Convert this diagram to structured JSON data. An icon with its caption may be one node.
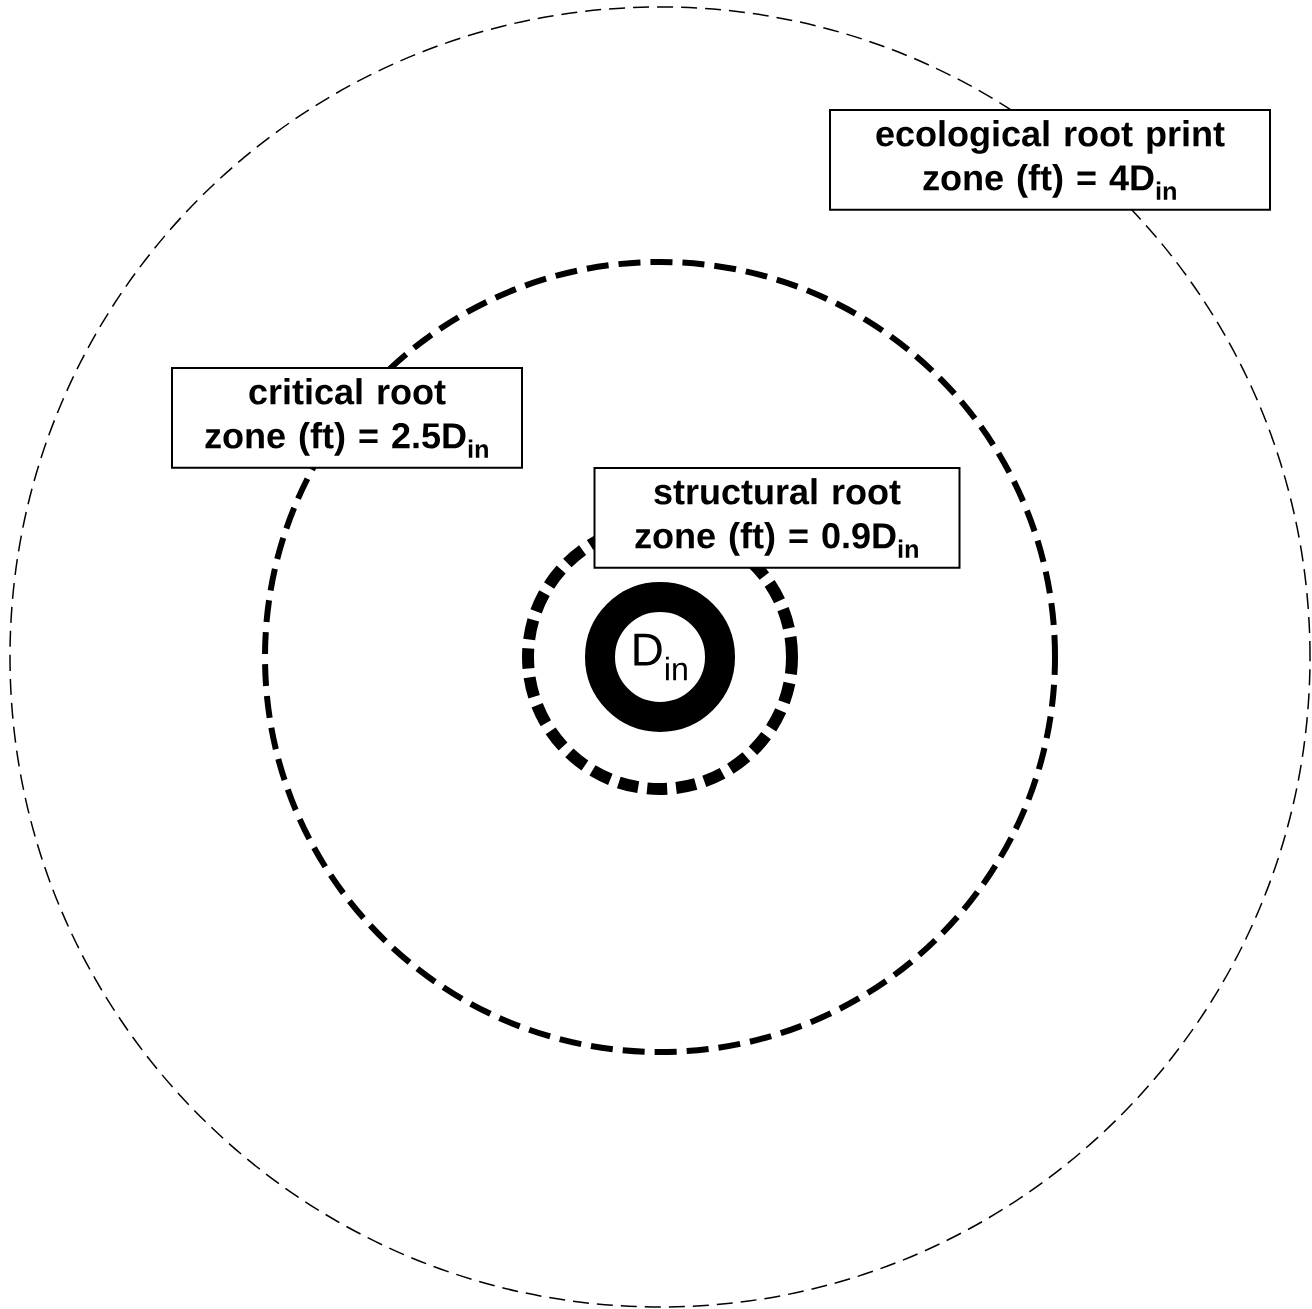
{
  "diagram": {
    "nodes": [
      {
        "text": [
          "ecological root print zone (ft) = 4D$_{in}$"
        ]
      },
      {
        "text": [
          "critical root zone (ft) = 2.5D$_{in}$"
        ]
      },
      {
        "text": [
          "structural root zone (ft) = 0.9D$_{in}$"
        ]
      },
      {
        "text": [
          "D$_{in}$"
        ]
      }
    ]
  }
}
